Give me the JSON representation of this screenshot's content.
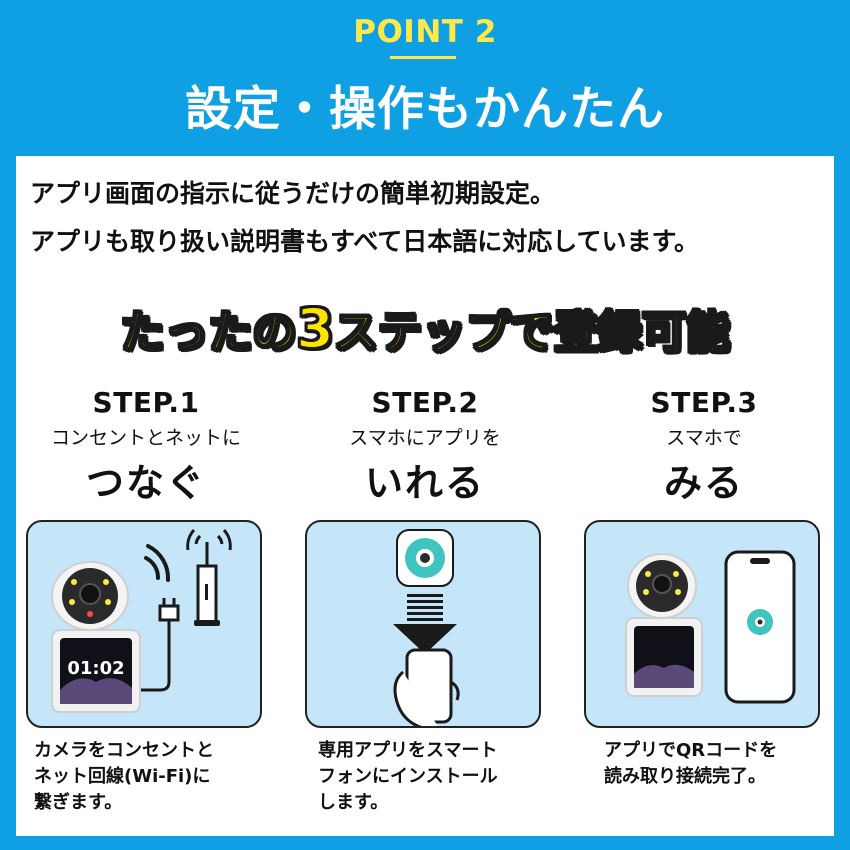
{
  "header": {
    "point": "POINT 2",
    "headline": "設定・操作もかんたん"
  },
  "intro": {
    "line1": "アプリ画面の指示に従うだけの簡単初期設定。",
    "line2": "アプリも取り扱い説明書もすべて日本語に対応しています。"
  },
  "steps_title": {
    "before": "たったの",
    "number": "3",
    "after": "ステップで登録可能"
  },
  "steps": [
    {
      "label": "STEP.1",
      "sub": "コンセントとネットに",
      "verb": "つなぐ",
      "screen_time": "01:02",
      "desc": [
        "カメラをコンセントと",
        "ネット回線(Wi-Fi)に",
        "繋ぎます。"
      ]
    },
    {
      "label": "STEP.2",
      "sub": "スマホにアプリを",
      "verb": "いれる",
      "desc": [
        "専用アプリをスマート",
        "フォンにインストール",
        "します。"
      ]
    },
    {
      "label": "STEP.3",
      "sub": "スマホで",
      "verb": "みる",
      "desc": [
        "アプリでQRコードを",
        "読み取り接続完了。"
      ]
    }
  ],
  "colors": {
    "background": "#0ea0e3",
    "accent_yellow": "#ffe94a",
    "card_bg": "#c4e6f8",
    "app_icon": "#3fc4c0"
  }
}
